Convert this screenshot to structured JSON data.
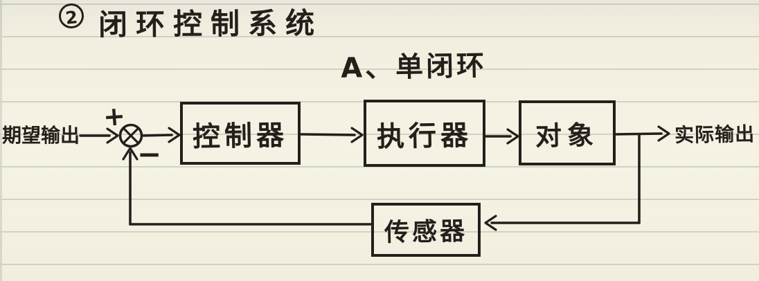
{
  "header": {
    "number": "2",
    "title": "闭环控制系统",
    "subtitle": "A、单闭环"
  },
  "diagram": {
    "input_label": "期望输出",
    "output_label": "实际输出",
    "plus": "+",
    "minus": "−",
    "blocks": {
      "controller": "控制器",
      "actuator": "执行器",
      "plant": "对象",
      "sensor": "传感器"
    }
  },
  "colors": {
    "ink": "#241f1b",
    "paper": "#f3f0e1",
    "rule_line": "#a5ac9e"
  }
}
